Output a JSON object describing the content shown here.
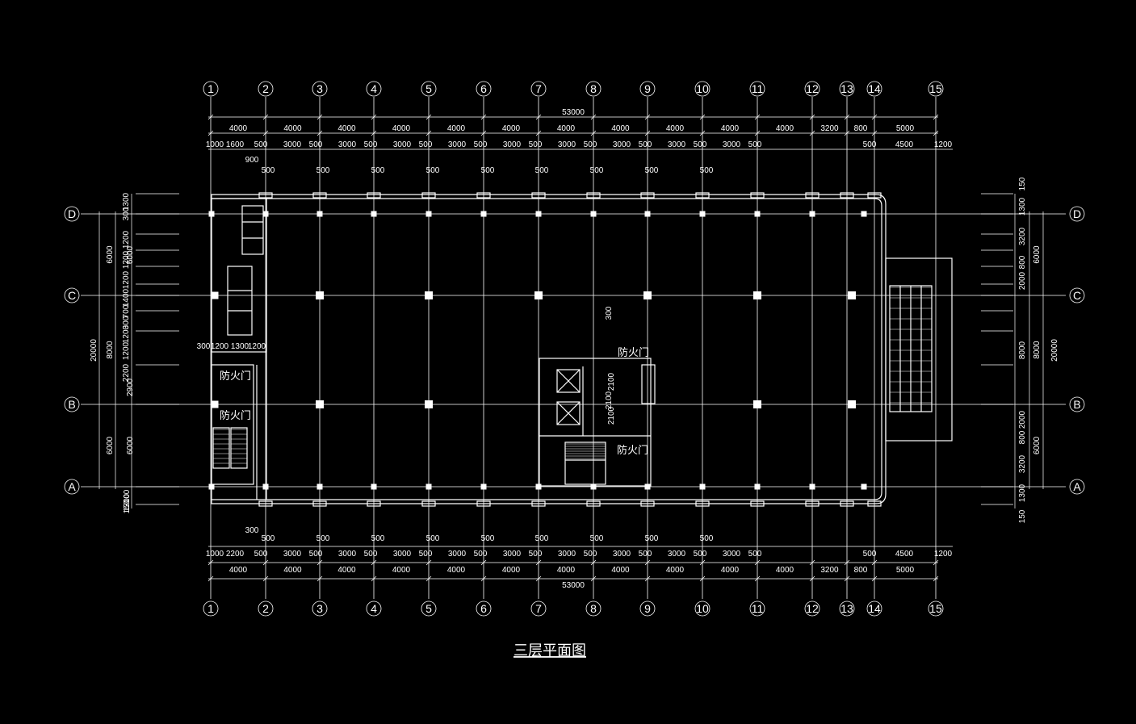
{
  "drawing": {
    "title": "三层平面图",
    "door_label": "防火门",
    "colors": {
      "background": "#000000",
      "lines": "#ffffff"
    }
  },
  "axes": {
    "columns": [
      "1",
      "2",
      "3",
      "4",
      "5",
      "6",
      "7",
      "8",
      "9",
      "10",
      "11",
      "12",
      "13",
      "14",
      "15"
    ],
    "rows": [
      "D",
      "C",
      "B",
      "A"
    ]
  },
  "dimensions": {
    "top_total": "53000",
    "top_spans": [
      "4000",
      "4000",
      "4000",
      "4000",
      "4000",
      "4000",
      "4000",
      "4000",
      "4000",
      "4000",
      "4000",
      "3200",
      "800",
      "5000"
    ],
    "top_detail": [
      "1000",
      "1600",
      "500",
      "3000",
      "500",
      "3000",
      "500",
      "3000",
      "500",
      "3000",
      "500",
      "3000",
      "500",
      "3000",
      "500",
      "3000",
      "500",
      "3000",
      "500",
      "3000",
      "500",
      "500",
      "4500",
      "1200"
    ],
    "top_detail_extra": [
      "900",
      "500",
      "500",
      "500",
      "500",
      "500",
      "500",
      "500",
      "500",
      "500",
      "500"
    ],
    "bottom_total": "53000",
    "bottom_spans": [
      "4000",
      "4000",
      "4000",
      "4000",
      "4000",
      "4000",
      "4000",
      "4000",
      "4000",
      "4000",
      "4000",
      "3200",
      "800",
      "5000"
    ],
    "bottom_detail": [
      "1000",
      "2200",
      "500",
      "3000",
      "500",
      "3000",
      "500",
      "3000",
      "500",
      "3000",
      "500",
      "3000",
      "500",
      "3000",
      "500",
      "3000",
      "500",
      "3000",
      "500",
      "3000",
      "500",
      "500",
      "4500",
      "1200"
    ],
    "bottom_detail_extra": [
      "300",
      "500",
      "500",
      "500",
      "500",
      "500",
      "500",
      "500",
      "500",
      "500",
      "500"
    ],
    "left_total": "20000",
    "left_spans": [
      "6000",
      "8000",
      "6000"
    ],
    "left_sub": [
      "6000",
      "2900",
      "6000"
    ],
    "left_detail": [
      "1300",
      "300",
      "1200",
      "1200",
      "1200",
      "1400",
      "700",
      "300",
      "1200",
      "1200",
      "2200",
      "1300",
      "100",
      "150"
    ],
    "left_core": [
      "300",
      "1200",
      "1300",
      "1200"
    ],
    "right_total": "20000",
    "right_spans": [
      "6000",
      "8000",
      "6000"
    ],
    "right_detail": [
      "150",
      "1300",
      "3200",
      "800",
      "2000",
      "8000",
      "2000",
      "800",
      "3200",
      "1300",
      "150"
    ],
    "core": [
      "300",
      "2100",
      "2100",
      "2100"
    ]
  }
}
